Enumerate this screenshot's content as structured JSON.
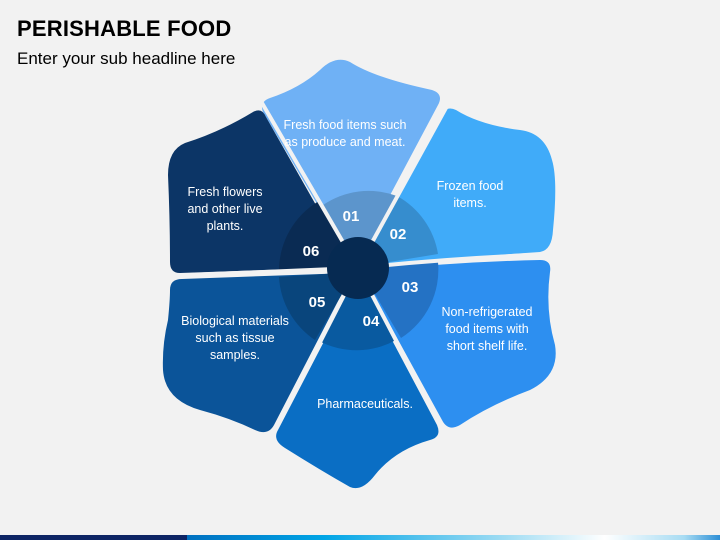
{
  "header": {
    "title": "PERISHABLE FOOD",
    "subtitle": "Enter your sub headline here"
  },
  "diagram": {
    "center_color": "#062a52",
    "segments": [
      {
        "number": "01",
        "text": "Fresh food items such as produce and meat.",
        "color": "#6fb1f5",
        "inner_color": "#5c95cc"
      },
      {
        "number": "02",
        "text": "Frozen food items.",
        "color": "#40abf9",
        "inner_color": "#368dce"
      },
      {
        "number": "03",
        "text": "Non-refrigerated food items with short shelf life.",
        "color": "#2d8ff0",
        "inner_color": "#2472c4"
      },
      {
        "number": "04",
        "text": "Pharmaceuticals.",
        "color": "#0a6ec4",
        "inner_color": "#095aa0"
      },
      {
        "number": "05",
        "text": "Biological materials such as tissue samples.",
        "color": "#0b5499",
        "inner_color": "#09457c"
      },
      {
        "number": "06",
        "text": "Fresh flowers and other live plants.",
        "color": "#0c3566",
        "inner_color": "#0a2b53"
      }
    ]
  },
  "footer": {
    "bar_colors": [
      "#0d2464",
      "#0070c0",
      "#00a5e6",
      "#ffffff",
      "#2d8fd6"
    ]
  }
}
